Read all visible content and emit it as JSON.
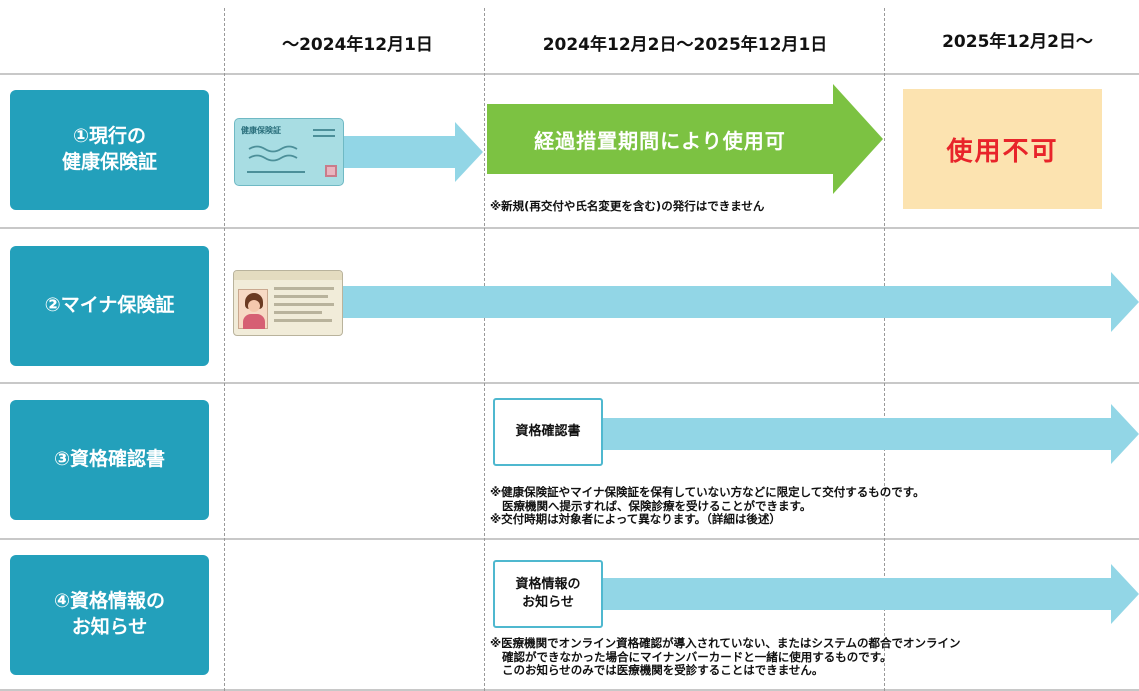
{
  "headers": {
    "col1": "～2024年12月1日",
    "col2": "2024年12月2日～2025年12月1日",
    "col3": "2025年12月2日～"
  },
  "rows": [
    {
      "label": "①現行の\n健康保険証"
    },
    {
      "label": "②マイナ保険証"
    },
    {
      "label": "③資格確認書"
    },
    {
      "label": "④資格情報の\nお知らせ"
    }
  ],
  "row1": {
    "card_text": "健康保険証",
    "transition_label": "経過措置期間により使用可",
    "unusable_label": "使用不可",
    "note": "※新規(再交付や氏名変更を含む)の発行はできません"
  },
  "row3": {
    "doc_label": "資格確認書",
    "note": "※健康保険証やマイナ保険証を保有していない方などに限定して交付するものです。\n   医療機関へ提示すれば、保険診療を受けることができます。\n※交付時期は対象者によって異なります。（詳細は後述）"
  },
  "row4": {
    "doc_label": "資格情報の\nお知らせ",
    "note": "※医療機関でオンライン資格確認が導入されていない、またはシステムの都合でオンライン\n   確認ができなかった場合にマイナンバーカードと一緒に使用するものです。\n   このお知らせのみでは医療機関を受診することはできません。"
  },
  "colors": {
    "label_bg": "#23a0bb",
    "arrow": "#92d6e6",
    "green": "#7cc242",
    "ng_bg": "#fce3b0",
    "ng_text": "#e8242a"
  }
}
